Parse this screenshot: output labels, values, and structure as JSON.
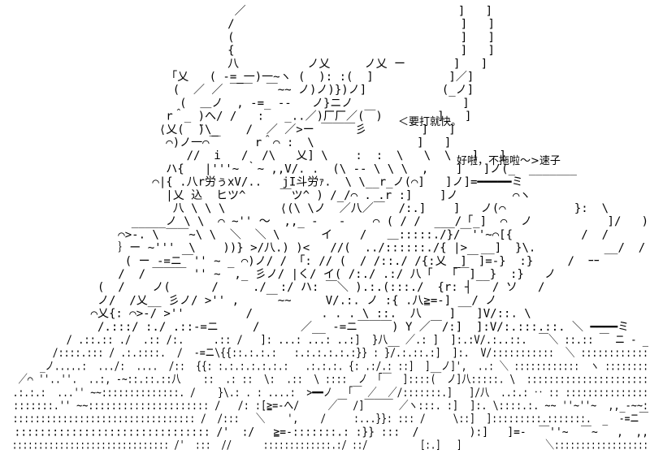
{
  "dialogue": {
    "line_1": "＜要打就快。",
    "line_2": "好啦，不拖啦～>速子"
  },
  "art": {
    "lines": [
      "                                  ／                               ]   ]",
      "                                 /                                 ]   ]",
      "                                 (                                 ]   ]",
      "                                 {                                 ]   ]",
      "                                 八          ノ乂     ノ乂 ー       ]   ]",
      "                        「乂   ( -=_一)一~ヽ (  ): :(  ]           ]／]",
      "                         (  ／ ／ ￣￣  ￣~~ ノ)ノ)})ノ]           (_ノ]",
      "                          (  ＿ノ  , -=_ ‐‐   ノ}ニノ                ]",
      "                        r＾_ )へ/ /   :   _..／)厂厂／(￣)        ]   ]",
      "                       ⟨乂(  ̄)\\_    /  ／ ／>ー ￣￣￣彡        ]   ]",
      "                        ⌒)ノ一⌒￣     r＾⌒ :  \\               ]   ]",
      "                           //  i   /  /\\   乂] \\    :  :  \\   \\  \\   ]   ]",
      "                        ハ{   |'''~ ｀~ ,,V/. .  (\\ -- \\ \\ \\  ,    ]   ]ノ(_  _______",
      "                      ⌒|{ .八r労ぅxV/..   jI斗労ｧ.  \\ \\__r_ノ(⌒]   ]ノ]=━━━━━ミ",
      "                        |乂 込  ヒツ^     ￣ツ^ ) /_/⌒ . .r :]    ]ノ        ⌒ヽ",
      "                         八 \\ \\ \\        ⟨(\\ \\ノ  ／八／￣  /:.]    ]   ノ(⌒          }:  \\",
      "                   _____ノ \\ \\  ⌒ ~'' 〜  ,,_ -   -    ⌒ ( / /  ___/「_]  ⌒  ノ           ]/   )",
      "                 ⌒>-. \\ ￣￣~\\ \\  ＼  ＼ \\      イ    /   ＿:::::./}/￣''~⌒[{          /  /",
      "                 ｝ー ~'''  \\    ))} >/八.) )<   //(  ../::::::./{ |>  __]  }\\.          __/  /",
      "                  ( ー -=ニ￣'' ~ _ ⌒)ノ/ / 「: // (  / /::./ /{:乂 _]￣]=-}  :}     /  ｰｰ",
      "                 /  / ￣￣￣ '' ~  ,_ 彡ノ/ |く/ イ( /:./ .:/ 八「  「￣]__}  :}   ノ",
      "              (  /    ノ(      /     ./  :/ ハ: ￣＼ ).:.(:::./  {r: ┤   / ソ   /",
      "              ノ/  /乂__ 彡ノ/ >'' ,    ￣~~     V/.:. ノ :{ .八≧=-] __/ ノ",
      "             ⌒乂{: ⌒>-/ >''         /          . . . \\ ::.  八    ]   ]V/::. \\",
      "              /.:::/ :./ .::-=ニ     /      ／__ -=ニ￣￣￣) Y ／￣/:]  ]:V/:.:::.::. ＼ ━━━━ミ",
      "           / .::.:: ./  .:: /:.     .:: /   ]: ...: ...: ..:]  }八__ ／.: ]  ]:.:V/.:..::.  ￣＼ ::.:: ￣ ニ - _",
      "         /::::.::: / .:.::::.  /  -=ニ\\{{::.:.:.:   :.:.:.:.:.:}} : }/.:.::.:]  ]:.  V/:::::::::::  ＼ ::::::::::::",
      "       _ノ.....:  .../:  ....  /::  {{: :.:.:.:.:.:.:   .:.:.:. {: .:/.: ::]  ]__ノ]',  ..: ＼ ::::::::::::  ヽ ::::::::",
      "   ／⌒ ''..''.  ..:, -~::.::.::八    ::  .: ::  \\:  .::  \\ ::::  ノ 「￣  ]::::(  ノ]八:::::. \\  ::::::::::::::::::::::",
      "  .:.:.:  ...'' ~~::::::::::::::. /    }\\.: . : ....:  >━━ノ  「￣ ／  ／/:::::::.]   ]/八  ..:.: ‥ :: :::::::::::::::",
      "  :::::::.'' ~~::::::::::::::::::::: /   /: :[≧=-へ/     ／￣ /]￣￣￣ ／ヽ:::. :]  ]:. \\::::.:. ~~ ''~''~  ,,_-~~:",
      "  ::::::::::::::::::::::::::::::::: /  /:::   ＼    ',    /     :...}}: ::: /     \\::]  ]:::::::::.:::::::.  _  -=ニ￣",
      "  ::::::::::::::::::::::::::::::: /'  :/   ≧=-:::::::.: :}} :::  /        ):]   ]=-  ￣''~  ￣~   ,  ,,",
      "  :::::::::::::::::::::::::::::: /'  :::  //      :::::::::::::.:/ ::/          [:.]   ]                ＼::::::::::::::::::"
    ]
  }
}
